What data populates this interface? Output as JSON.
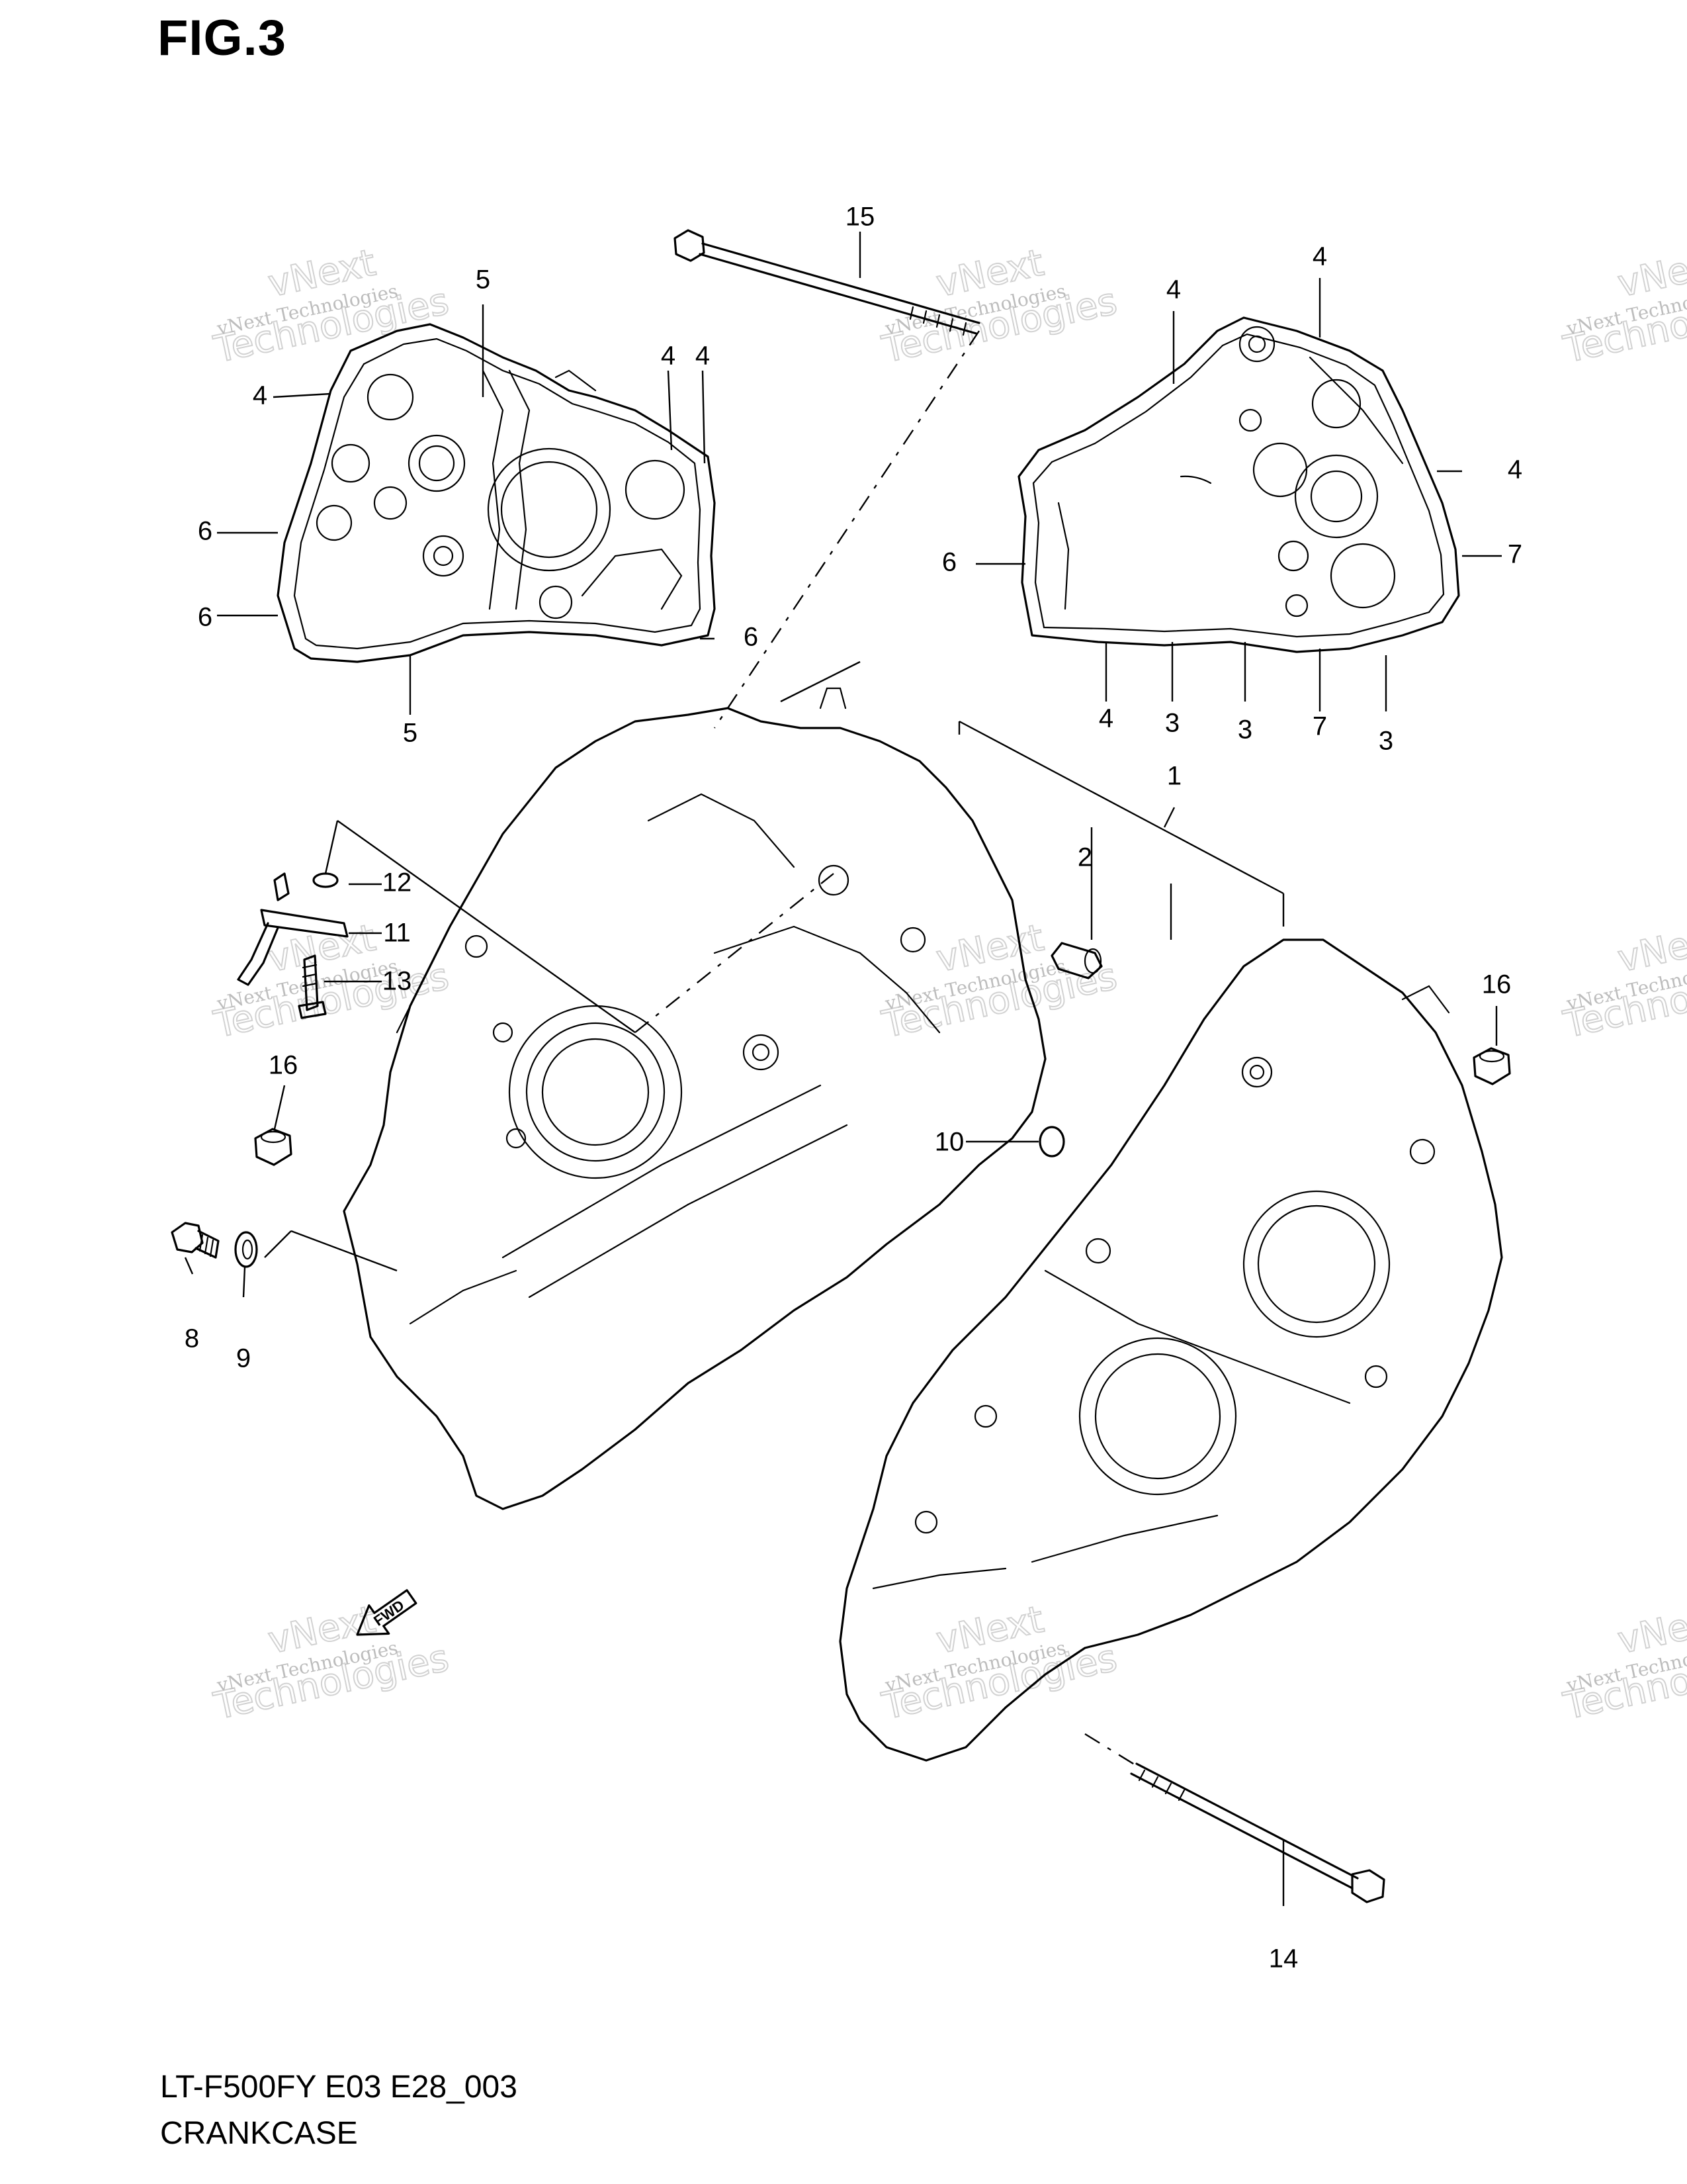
{
  "figure": {
    "title": "FIG.3",
    "code": "LT-F500FY E03 E28_003",
    "name": "CRANKCASE"
  },
  "callouts": [
    "1",
    "2",
    "3",
    "4",
    "5",
    "6",
    "7",
    "8",
    "9",
    "10",
    "11",
    "12",
    "13",
    "14",
    "15",
    "16"
  ],
  "watermark": {
    "line_small": "vNext Technologies",
    "line_big_1": "vNext",
    "line_big_2": "Technologies"
  },
  "fwd_arrow": "FWD"
}
